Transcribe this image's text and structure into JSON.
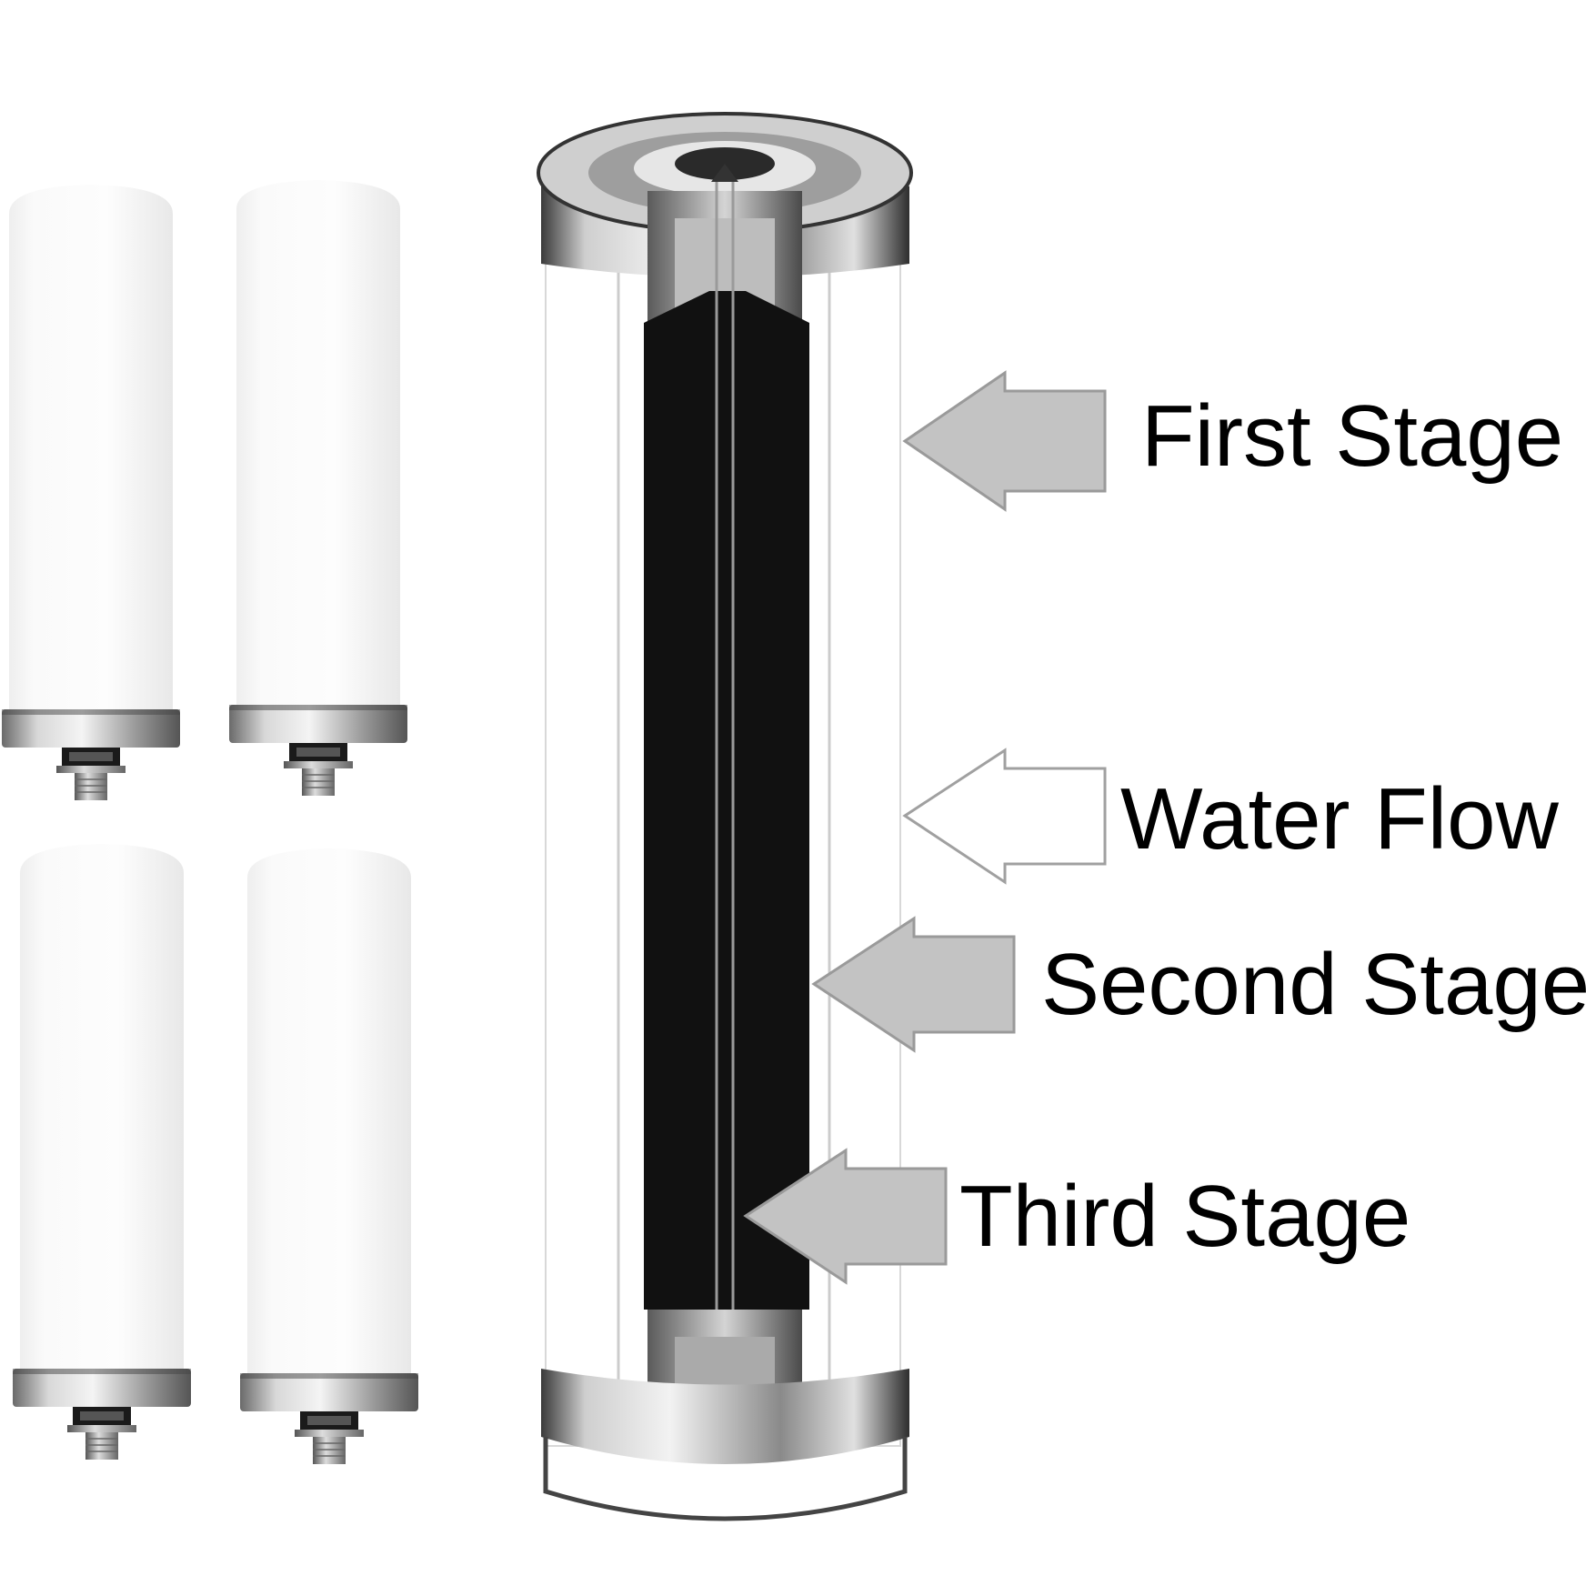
{
  "labels": {
    "first_stage": "First Stage",
    "water_flow": "Water Flow",
    "second_stage": "Second Stage",
    "third_stage": "Third Stage"
  },
  "colors": {
    "arrow_fill": "#c3c3c3",
    "arrow_hollow": "#ffffff",
    "arrow_stroke": "#a0a0a0",
    "ceramic_white": "#fbfbfb",
    "core_black": "#111111",
    "metal": "#b8b8b8"
  },
  "icons": {
    "cartridge": "ceramic-filter-cartridge",
    "cutaway": "filter-cross-section",
    "arrow": "left-pointing-block-arrow"
  }
}
